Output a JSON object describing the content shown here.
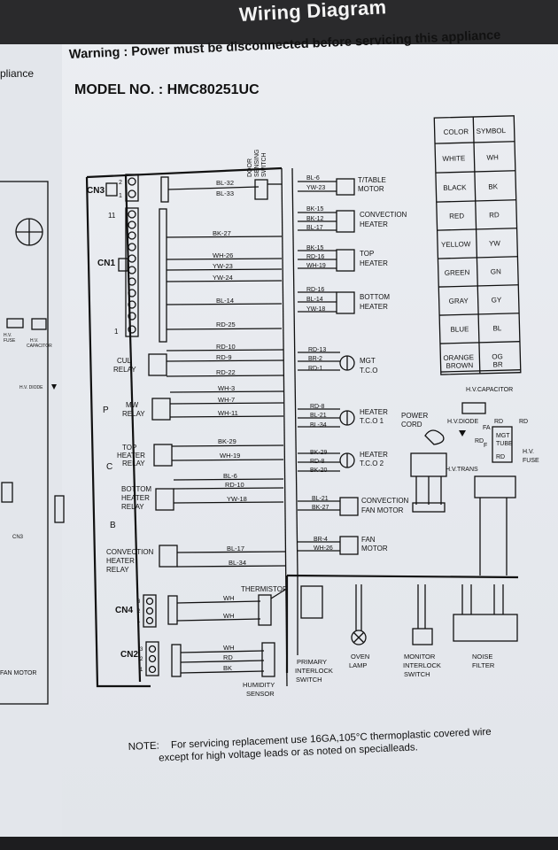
{
  "header": {
    "title": "Wiring Diagram",
    "warning": "Warning : Power must be disconnected before servicing this appliance",
    "model": "MODEL NO. : HMC80251UC",
    "left_fragment": "pliance"
  },
  "color_table": {
    "headers": [
      "COLOR",
      "SYMBOL"
    ],
    "rows": [
      [
        "WHITE",
        "WH"
      ],
      [
        "BLACK",
        "BK"
      ],
      [
        "RED",
        "RD"
      ],
      [
        "YELLOW",
        "YW"
      ],
      [
        "GREEN",
        "GN"
      ],
      [
        "GRAY",
        "GY"
      ],
      [
        "BLUE",
        "BL"
      ],
      [
        "ORANGE",
        "OG"
      ],
      [
        "BROWN",
        "BR"
      ]
    ]
  },
  "board": {
    "connectors": [
      "CN3",
      "CN1",
      "CN4",
      "CN2"
    ],
    "pins": {
      "cn3_a": "2",
      "cn3_b": "1",
      "cn1_top": "11",
      "cn1_bottom": "1",
      "cn4": [
        "3",
        "2",
        "1"
      ],
      "cn2": [
        "3",
        "2",
        "1"
      ]
    },
    "relays": [
      "CUL RELAY",
      "MW RELAY",
      "TOP HEATER RELAY",
      "BOTTOM HEATER RELAY",
      "CONVECTION HEATER RELAY"
    ],
    "relay_lines": {
      "cul": [
        "CUL",
        "RELAY"
      ],
      "mw": [
        "MW",
        "RELAY"
      ],
      "top": [
        "TOP",
        "HEATER",
        "RELAY"
      ],
      "bottom": [
        "BOTTOM",
        "HEATER",
        "RELAY"
      ],
      "conv": [
        "CONVECTION",
        "HEATER",
        "RELAY"
      ]
    },
    "letters": [
      "P",
      "C",
      "B"
    ]
  },
  "wire_labels_left": {
    "bl32": "BL-32",
    "bl33": "BL-33",
    "bk27": "BK-27",
    "wh26": "WH-26",
    "yw23": "YW-23",
    "yw24": "YW-24",
    "bl14": "BL-14",
    "rd25": "RD-25",
    "rd10": "RD-10",
    "rd9": "RD-9",
    "rd22": "RD-22",
    "wh3": "WH-3",
    "wh7": "WH-7",
    "wh11": "WH-11",
    "bk29": "BK-29",
    "wh19": "WH-19",
    "bl6": "BL-6",
    "rd10b": "RD-10",
    "yw18": "YW-18",
    "bl17": "BL-17",
    "bl34": "BL-34",
    "wh_a": "WH",
    "wh_b": "WH",
    "wh_c": "WH",
    "rd_c": "RD",
    "bk_c": "BK"
  },
  "door_switch": [
    "DOOR",
    "SENSING",
    "SWITCH"
  ],
  "components": {
    "ttable": [
      "T/TABLE",
      "MOTOR"
    ],
    "conv_heater": [
      "CONVECTION",
      "HEATER"
    ],
    "top_heater": [
      "TOP",
      "HEATER"
    ],
    "bottom_heater": [
      "BOTTOM",
      "HEATER"
    ],
    "mgt_tco": [
      "MGT",
      "T.C.O"
    ],
    "heater_tco1": [
      "HEATER",
      "T.C.O 1"
    ],
    "heater_tco2": [
      "HEATER",
      "T.C.O 2"
    ],
    "conv_fan": [
      "CONVECTION",
      "FAN MOTOR"
    ],
    "fan_motor": [
      "FAN",
      "MOTOR"
    ],
    "power_cord": [
      "POWER",
      "CORD"
    ],
    "thermistor": "THERMISTOR",
    "humidity": [
      "HUMIDITY",
      "SENSOR"
    ],
    "primary": [
      "PRIMARY",
      "INTERLOCK",
      "SWITCH"
    ],
    "oven_lamp": [
      "OVEN",
      "LAMP"
    ],
    "monitor": [
      "MONITOR",
      "INTERLOCK",
      "SWITCH"
    ],
    "noise": [
      "NOISE",
      "FILTER"
    ]
  },
  "wire_labels_right": {
    "t1": [
      "BL-6",
      "YW-23"
    ],
    "t2": [
      "BK-15",
      "BK-12",
      "BL-17"
    ],
    "t3": [
      "BK-15",
      "RD-16",
      "WH-19"
    ],
    "t4": [
      "RD-16",
      "BL-14",
      "YW-18"
    ],
    "t5": [
      "RD-13",
      "BR-2",
      "RD-1"
    ],
    "t6": [
      "RD-8",
      "BL-21",
      "BL-34"
    ],
    "t7": [
      "BK-29",
      "RD-8",
      "BK-20"
    ],
    "t8": [
      "BL-21",
      "BK-27"
    ],
    "t9": [
      "BR-4",
      "WH-26"
    ]
  },
  "hv": {
    "capacitor": "H.V.CAPACITOR",
    "diode": "H.V.DIODE",
    "mgt_tube": [
      "MGT",
      "TUBE"
    ],
    "fuse": [
      "H.V.",
      "FUSE"
    ],
    "trans": "H.V.TRANS",
    "rd": "RD",
    "fa": "FA",
    "f": "F"
  },
  "left_cut": {
    "hv_fuse": [
      "H.V.",
      "FUSE"
    ],
    "hv_cap": [
      "H.V.",
      "CAPACITOR"
    ],
    "hv_diode": "H.V. DIODE",
    "cn3": "CN3",
    "fan_motor": "FAN MOTOR"
  },
  "note": {
    "label": "NOTE:",
    "line1": "For servicing replacement use 16GA,105°C thermoplastic covered wire",
    "line2": "except for high voltage leads or as noted on specialleads."
  }
}
